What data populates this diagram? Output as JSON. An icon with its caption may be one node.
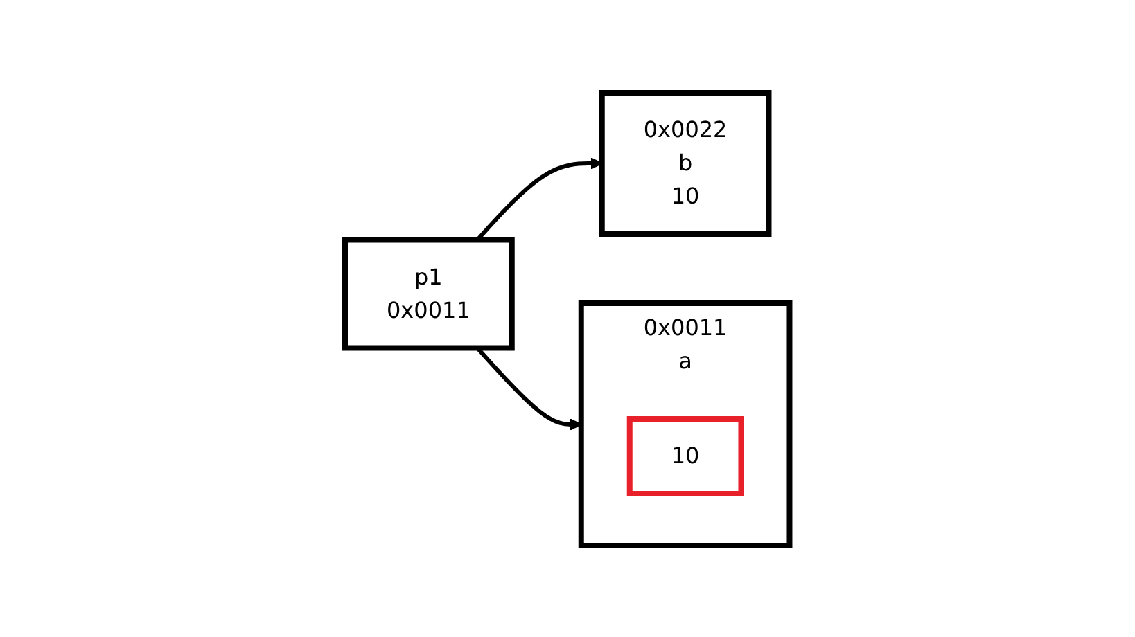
{
  "diagram": {
    "nodes": [
      {
        "text": [
          "p1",
          "0x0011"
        ]
      },
      {
        "text": [
          "0x0011",
          "a"
        ]
      },
      {
        "text": [
          "10"
        ],
        "in": 1
      },
      {
        "text": [
          "0x0022",
          "b",
          "10"
        ]
      }
    ],
    "edges": [
      {
        "from": 0,
        "to": 1,
        "arrow": "to"
      },
      {
        "from": 0,
        "to": 3,
        "arrow": "to"
      }
    ]
  }
}
